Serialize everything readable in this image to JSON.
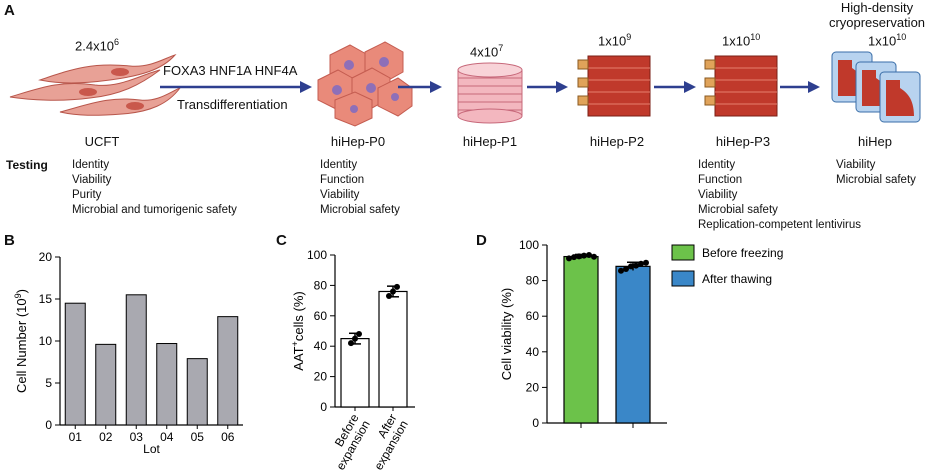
{
  "panel_a": {
    "label": "A",
    "hdc_title_line1": "High-density",
    "hdc_title_line2": "cryopreservation",
    "factors": "FOXA3 HNF1A HNF4A",
    "process": "Transdifferentiation",
    "testing_label": "Testing",
    "stages": [
      {
        "name": "UCFT",
        "count": "2.4x10",
        "exp": "6",
        "tests": [
          "Identity",
          "Viability",
          "Purity",
          "Microbial and tumorigenic safety"
        ]
      },
      {
        "name": "hiHep-P0",
        "count": "",
        "exp": "",
        "tests": [
          "Identity",
          "Function",
          "Viability",
          "Microbial safety"
        ]
      },
      {
        "name": "hiHep-P1",
        "count": "4x10",
        "exp": "7",
        "tests": []
      },
      {
        "name": "hiHep-P2",
        "count": "1x10",
        "exp": "9",
        "tests": []
      },
      {
        "name": "hiHep-P3",
        "count": "1x10",
        "exp": "10",
        "tests": [
          "Identity",
          "Function",
          "Viability",
          "Microbial safety",
          "Replication-competent lentivirus"
        ]
      },
      {
        "name": "hiHep",
        "count": "1x10",
        "exp": "10",
        "tests": [
          "Viability",
          "Microbial safety"
        ]
      }
    ],
    "colors": {
      "arrow": "#2e3f8f",
      "cell": "#e8a196",
      "flask": "#c0392b",
      "tray": "#b8d3ef"
    }
  },
  "chart_data": [
    {
      "panel": "B",
      "type": "bar",
      "categories": [
        "01",
        "02",
        "03",
        "04",
        "05",
        "06"
      ],
      "values": [
        14.5,
        9.6,
        15.5,
        9.7,
        7.9,
        12.9
      ],
      "xlabel": "Lot",
      "ylabel": "Cell Number (10",
      "ylabel_exp": "9",
      "ylabel_end": ")",
      "ylim": [
        0,
        20
      ],
      "yticks": [
        0,
        5,
        10,
        15,
        20
      ],
      "bar_color": "#a9a9b0"
    },
    {
      "panel": "C",
      "type": "bar",
      "categories": [
        [
          "Before",
          "expansion"
        ],
        [
          "After",
          "expansion"
        ]
      ],
      "values": [
        45,
        76
      ],
      "errors": [
        3.5,
        3.5
      ],
      "points": [
        [
          42,
          45,
          48
        ],
        [
          73,
          76,
          79
        ]
      ],
      "ylabel_prefix": "AAT",
      "ylabel_sup": "+",
      "ylabel_rest": "cells (%)",
      "ylim": [
        0,
        100
      ],
      "yticks": [
        0,
        20,
        40,
        60,
        80,
        100
      ],
      "bar_color": "#ffffff"
    },
    {
      "panel": "D",
      "type": "bar",
      "categories": [
        "Before freezing",
        "After thawing"
      ],
      "values": [
        93.5,
        88
      ],
      "errors": [
        1.2,
        2.3
      ],
      "points": [
        [
          92.5,
          93.2,
          93.6,
          94,
          94.4,
          93.4
        ],
        [
          85.5,
          86.5,
          88,
          88.4,
          89.5,
          90
        ]
      ],
      "ylabel": "Cell viability (%)",
      "ylim": [
        0,
        100
      ],
      "yticks": [
        0,
        20,
        40,
        60,
        80,
        100
      ],
      "legend": [
        "Before freezing",
        "After thawing"
      ],
      "legend_position": "right",
      "colors": [
        "#6cc24a",
        "#3a87c8"
      ]
    }
  ]
}
